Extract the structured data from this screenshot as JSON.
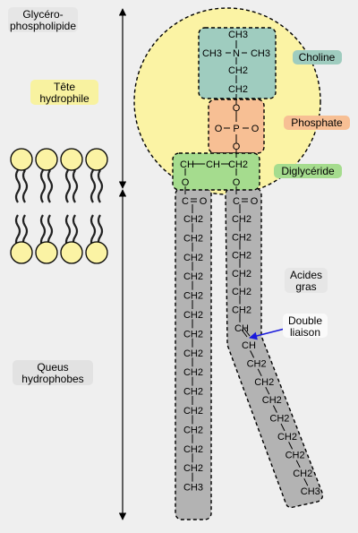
{
  "labels": {
    "glycero_line1": "Glycéro-",
    "glycero_line2": "phospholipide",
    "tete_line1": "Tête",
    "tete_line2": "hydrophile",
    "queus_line1": "Queus",
    "queus_line2": "hydrophobes",
    "choline": "Choline",
    "phosphate": "Phosphate",
    "diglyceride": "Diglycéride",
    "acides_line1": "Acides",
    "acides_line2": "gras",
    "double_line1": "Double",
    "double_line2": "liaison"
  },
  "chemistry": {
    "ch3_top": "CH3",
    "ch3_left": "CH3",
    "n": "N",
    "ch3_right": "CH3",
    "ch2_a": "CH2",
    "ch2_b": "CH2",
    "o_top": "O",
    "p": "P",
    "o_left": "O",
    "o_right": "O",
    "o_bottom": "O",
    "glycerol_ch2_left": "CH",
    "glycerol_ch": "CH",
    "glycerol_ch2_right": "CH2",
    "ester_o_left": "O",
    "ester_o_right": "O",
    "left_carbonyl_c": "C",
    "left_carbonyl_o": "O",
    "right_carbonyl_c": "C",
    "right_carbonyl_o": "O",
    "left_chain": [
      "CH2",
      "CH2",
      "CH2",
      "CH2",
      "CH2",
      "CH2",
      "CH2",
      "CH2",
      "CH2",
      "CH2",
      "CH2",
      "CH2",
      "CH2",
      "CH2",
      "CH3"
    ],
    "right_chain_upper": [
      "CH2",
      "CH2",
      "CH2",
      "CH2",
      "CH2",
      "CH2",
      "CH"
    ],
    "right_chain_lower": [
      "CH",
      "CH2",
      "CH2",
      "CH2",
      "CH2",
      "CH2",
      "CH2",
      "CH2",
      "CH3"
    ]
  },
  "colors": {
    "background": "#efefef",
    "head_circle": "#fbf3a4",
    "choline": "#9fccbf",
    "phosphate": "#f7bf94",
    "diglyceride": "#a5dc8e",
    "tail": "#b3b3b3",
    "arrow": "#1a1adc"
  }
}
